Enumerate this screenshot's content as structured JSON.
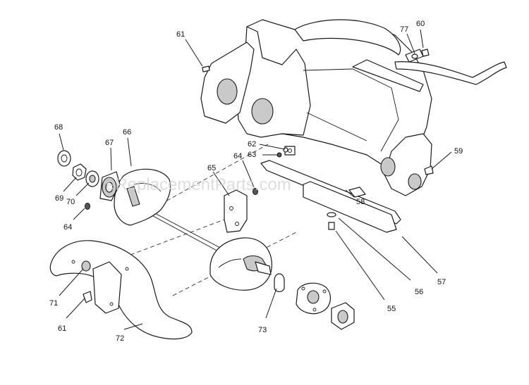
{
  "watermark": "eReplacementParts.com",
  "callouts": [
    {
      "id": "p61a",
      "label": "61"
    },
    {
      "id": "p77",
      "label": "77"
    },
    {
      "id": "p60",
      "label": "60"
    },
    {
      "id": "p68",
      "label": "68"
    },
    {
      "id": "p66",
      "label": "66"
    },
    {
      "id": "p67",
      "label": "67"
    },
    {
      "id": "p62",
      "label": "62"
    },
    {
      "id": "p63",
      "label": "63"
    },
    {
      "id": "p64a",
      "label": "64"
    },
    {
      "id": "p65",
      "label": "65"
    },
    {
      "id": "p59",
      "label": "59"
    },
    {
      "id": "p69",
      "label": "69"
    },
    {
      "id": "p70",
      "label": "70"
    },
    {
      "id": "p58",
      "label": "58"
    },
    {
      "id": "p64b",
      "label": "64"
    },
    {
      "id": "p57",
      "label": "57"
    },
    {
      "id": "p56",
      "label": "56"
    },
    {
      "id": "p55",
      "label": "55"
    },
    {
      "id": "p71",
      "label": "71"
    },
    {
      "id": "p61b",
      "label": "61"
    },
    {
      "id": "p73",
      "label": "73"
    },
    {
      "id": "p72",
      "label": "72"
    }
  ]
}
